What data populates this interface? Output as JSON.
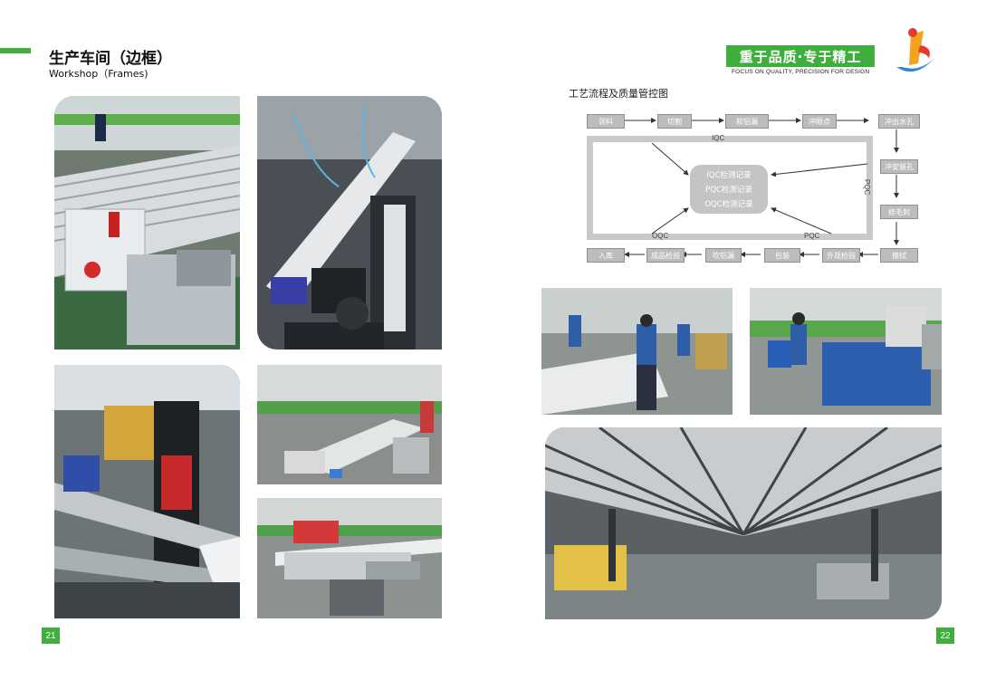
{
  "left_page": {
    "title_cn": "生产车间（边框）",
    "title_en": "Workshop（Frames)",
    "page_number": "21",
    "photos": [
      {
        "id": "photo-assembly-line"
      },
      {
        "id": "photo-cutting-machine"
      },
      {
        "id": "photo-punching-machine"
      },
      {
        "id": "photo-workshop-floor"
      },
      {
        "id": "photo-saw-station"
      }
    ]
  },
  "right_page": {
    "slogan_cn": "重于品质·专于精工",
    "slogan_en": "FOCUS ON QUALITY, PRECISION FOR DESIGN",
    "page_number": "22",
    "logo_icon": "brand-logo-icon"
  },
  "flowchart": {
    "title": "工艺流程及质量管控图",
    "top_row": [
      "领料",
      "切割",
      "软铝漏",
      "冲眼点",
      "冲出水孔"
    ],
    "right_column": [
      "冲安装孔",
      "修毛刺",
      "擦拭"
    ],
    "bottom_row": [
      "外观检验",
      "包装",
      "吹铝漏",
      "成品检验",
      "入库"
    ],
    "center_lines": [
      "IQC检测记录",
      "PQC检测记录",
      "OQC检测记录"
    ],
    "labels": {
      "iqc": "IQC",
      "pqc_side": "PQC",
      "pqc_bottom": "PQC",
      "oqc": "OQC"
    }
  }
}
